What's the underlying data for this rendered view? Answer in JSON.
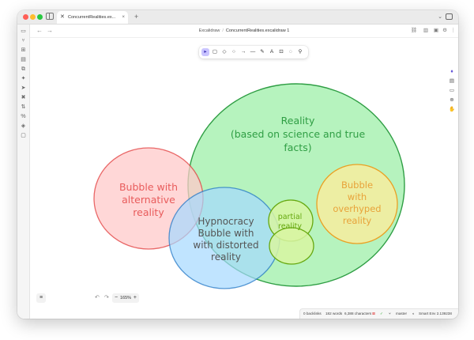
{
  "tab": {
    "title": "ConcurrentRealities.ex...",
    "icon": "excalidraw-icon",
    "close": "×"
  },
  "new_tab": "+",
  "titlebar_right": {
    "chevron": "⌄"
  },
  "breadcrumb": {
    "folder": "Excalidraw",
    "separator": "/",
    "file": "ConcurrentRealities.excalidraw 1"
  },
  "nav": {
    "back": "←",
    "forward": "→"
  },
  "toolbar": {
    "tools": [
      {
        "name": "selection-tool",
        "glyph": "▸"
      },
      {
        "name": "rectangle-tool",
        "glyph": "▢"
      },
      {
        "name": "diamond-tool",
        "glyph": "◇"
      },
      {
        "name": "ellipse-tool",
        "glyph": "○"
      },
      {
        "name": "arrow-tool",
        "glyph": "→"
      },
      {
        "name": "line-tool",
        "glyph": "—"
      },
      {
        "name": "pen-tool",
        "glyph": "✎"
      },
      {
        "name": "text-tool",
        "glyph": "A"
      },
      {
        "name": "image-tool",
        "glyph": "⊡"
      },
      {
        "name": "eraser-tool",
        "glyph": "◌"
      },
      {
        "name": "more-tools",
        "glyph": "⚲"
      }
    ]
  },
  "drawing": {
    "reality": {
      "line1": "Reality",
      "line2": "(based on science and true",
      "line3": "facts)"
    },
    "alternative": {
      "line1": "Bubble with",
      "line2": "alternative",
      "line3": "reality"
    },
    "hypnocracy": {
      "line1": "Hypnocracy",
      "line2": "Bubble with",
      "line3": "with distorted",
      "line4": "reality"
    },
    "overhyped": {
      "line1": "Bubble",
      "line2": "with",
      "line3": "overhyped",
      "line4": "reality"
    },
    "partial": {
      "line1": "partial",
      "line2": "reality"
    }
  },
  "zoom": {
    "minus": "−",
    "level": "165%",
    "plus": "+"
  },
  "undo": "↶",
  "redo": "↷",
  "menu_glyph": "≡",
  "status": {
    "backlinks": "0 backlinks",
    "words": "182 words",
    "characters": "6,388 characters",
    "branch": "master",
    "env": "Smart Env 2.139238"
  },
  "colors": {
    "reality_fill": "#b2f2bb",
    "reality_stroke": "#2f9e44",
    "alt_fill": "#ffc9c9",
    "alt_stroke": "#e03131",
    "hyp_fill": "#a5d8ff",
    "hyp_stroke": "#1971c2",
    "over_fill": "#ffec99",
    "over_stroke": "#f08c00",
    "partial_fill": "#d8f5a2",
    "partial_stroke": "#66a80f"
  }
}
